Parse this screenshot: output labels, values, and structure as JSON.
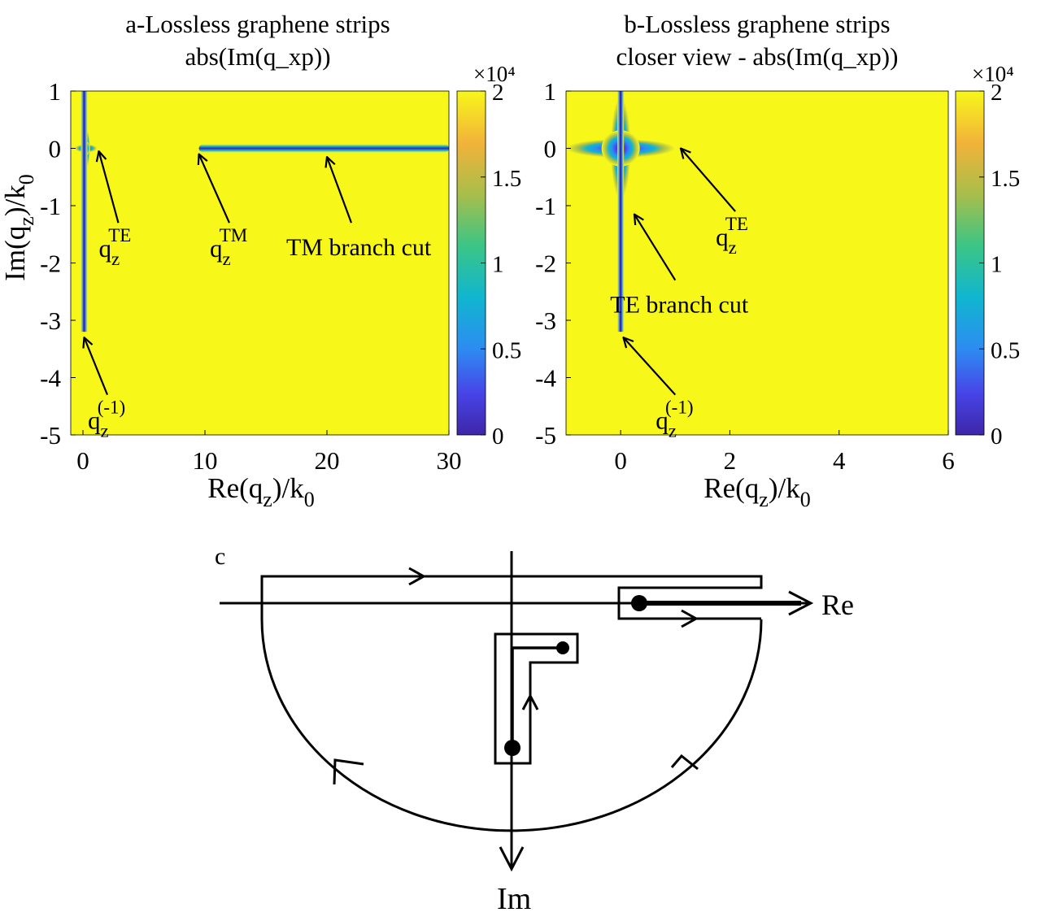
{
  "colors": {
    "high": "#F7F719",
    "low": "#3E26A8",
    "colormap": [
      "#3E26A8",
      "#4744E8",
      "#2D8CF2",
      "#10B6CF",
      "#3BC586",
      "#A8BE4A",
      "#F2B33A",
      "#F7F719"
    ],
    "curve": "#000000"
  },
  "chart_data": [
    {
      "id": "a",
      "type": "heatmap",
      "title": [
        "a-Lossless graphene strips",
        "abs(Im(q_xp))"
      ],
      "xlabel": "Re(q_z)/k_0",
      "ylabel": "Im(q_z)/k_0",
      "xlim": [
        -1,
        30
      ],
      "ylim": [
        -5,
        1
      ],
      "xticks": [
        0,
        10,
        20,
        30
      ],
      "yticks": [
        1,
        0,
        -1,
        -2,
        -3,
        -4,
        -5
      ],
      "grid": false,
      "colorbar": {
        "min": 0,
        "max": 2,
        "ticks": [
          0,
          0.5,
          1,
          1.5,
          2
        ],
        "multiplier_label": "×10⁴"
      },
      "features": [
        {
          "kind": "pole",
          "x": 0.25,
          "y": 0,
          "radius_re": 0.9,
          "radius_im": 0.35
        },
        {
          "kind": "vertical_cut",
          "x": 0.1,
          "y_from": 1,
          "y_to": -3.2
        },
        {
          "kind": "horizontal_cut",
          "y": 0,
          "x_from": 9.5,
          "x_to": 30
        }
      ],
      "annotations": [
        {
          "label": "q_z^TE",
          "base": "q",
          "sub": "z",
          "sup": "TE",
          "point": [
            1.3,
            -0.05
          ],
          "text_at": [
            2.9,
            -1.3
          ]
        },
        {
          "label": "q_z^TM",
          "base": "q",
          "sub": "z",
          "sup": "TM",
          "point": [
            9.5,
            -0.1
          ],
          "text_at": [
            12.0,
            -1.3
          ]
        },
        {
          "label": "TM branch cut",
          "point": [
            20.0,
            -0.15
          ],
          "text_at": [
            22.0,
            -1.3
          ]
        },
        {
          "label": "q_z^(-1)",
          "base": "q",
          "sub": "z",
          "sup": "(-1)",
          "point": [
            0.1,
            -3.3
          ],
          "text_at": [
            2.0,
            -4.3
          ]
        }
      ]
    },
    {
      "id": "b",
      "type": "heatmap",
      "title": [
        "b-Lossless graphene strips",
        "closer view - abs(Im(q_xp))"
      ],
      "xlabel": "Re(q_z)/k_0",
      "ylabel": "",
      "xlim": [
        -1,
        6
      ],
      "ylim": [
        -5,
        1
      ],
      "xticks": [
        0,
        2,
        4,
        6
      ],
      "yticks": [
        1,
        0,
        -1,
        -2,
        -3,
        -4,
        -5
      ],
      "grid": false,
      "colorbar": {
        "min": 0,
        "max": 2,
        "ticks": [
          0,
          0.5,
          1,
          1.5,
          2
        ],
        "multiplier_label": "×10⁴"
      },
      "features": [
        {
          "kind": "pole",
          "x": 0,
          "y": 0,
          "radius_re": 1.0,
          "radius_im": 0.9
        },
        {
          "kind": "vertical_cut",
          "x": 0,
          "y_from": 1,
          "y_to": -3.2
        }
      ],
      "annotations": [
        {
          "label": "q_z^TE",
          "base": "q",
          "sub": "z",
          "sup": "TE",
          "point": [
            1.1,
            0
          ],
          "text_at": [
            2.1,
            -1.1
          ]
        },
        {
          "label": "TE branch cut",
          "point": [
            0.25,
            -1.15
          ],
          "text_at": [
            1.0,
            -2.3
          ]
        },
        {
          "label": "q_z^(-1)",
          "base": "q",
          "sub": "z",
          "sup": "(-1)",
          "point": [
            0.05,
            -3.3
          ],
          "text_at": [
            1.0,
            -4.3
          ]
        }
      ]
    },
    {
      "id": "c",
      "type": "diagram",
      "panel_label": "c",
      "axis_labels": {
        "real": "Re",
        "imag": "Im"
      }
    }
  ]
}
